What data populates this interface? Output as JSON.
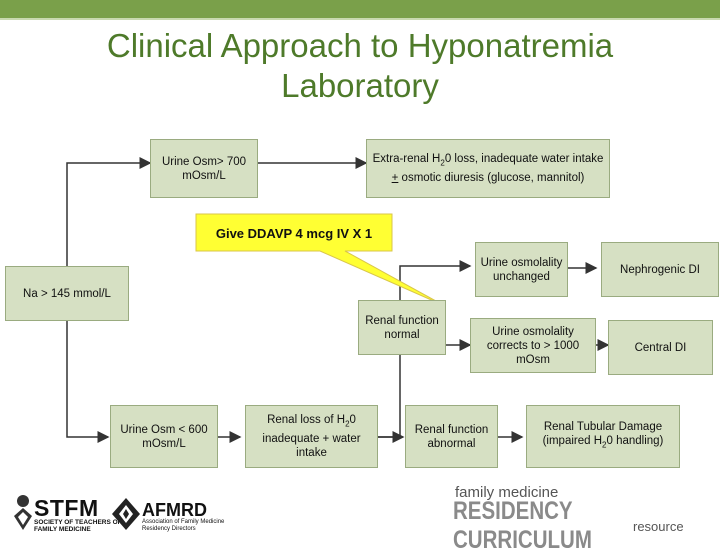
{
  "header": {
    "title_line1": "Clinical Approach to Hyponatremia",
    "title_line2": "Laboratory",
    "accent_color": "#7aa04a",
    "title_color": "#4e7a2a"
  },
  "nodes": {
    "urine_osm_gt700": "Urine Osm> 700 mOsm/L",
    "extrarenal_pre": "Extra-renal H",
    "extrarenal_sub": "2",
    "extrarenal_post": "0 loss, inadequate water intake ",
    "extrarenal_pm": "+",
    "extrarenal_end": " osmotic diuresis (glucose, mannitol)",
    "callout": "Give DDAVP 4 mcg IV X 1",
    "urine_osm_unchanged": "Urine osmolality unchanged",
    "nephrogenic_di": "Nephrogenic DI",
    "na_gt145": "Na > 145 mmol/L",
    "renal_function_normal": "Renal function normal",
    "urine_osm_corrects": "Urine osmolality corrects to > 1000 mOsm",
    "central_di": "Central DI",
    "urine_osm_lt600": "Urine Osm < 600 mOsm/L",
    "renal_loss_pre": "Renal loss of H",
    "renal_loss_sub": "2",
    "renal_loss_post": "0 inadequate + water intake",
    "renal_function_abnormal": "Renal function abnormal",
    "tubular_pre": "Renal Tubular Damage (impaired H",
    "tubular_sub": "2",
    "tubular_post": "0 handling)"
  },
  "footer": {
    "stfm": "STFM",
    "stfm_sub": "SOCIETY OF TEACHERS OF FAMILY MEDICINE",
    "afmrd": "AFMRD",
    "afmrd_sub": "Association of Family Medicine Residency Directors",
    "fm_line1": "family medicine",
    "fm_line2": "RESIDENCY CURRICULUM",
    "fm_line3": "resource"
  }
}
